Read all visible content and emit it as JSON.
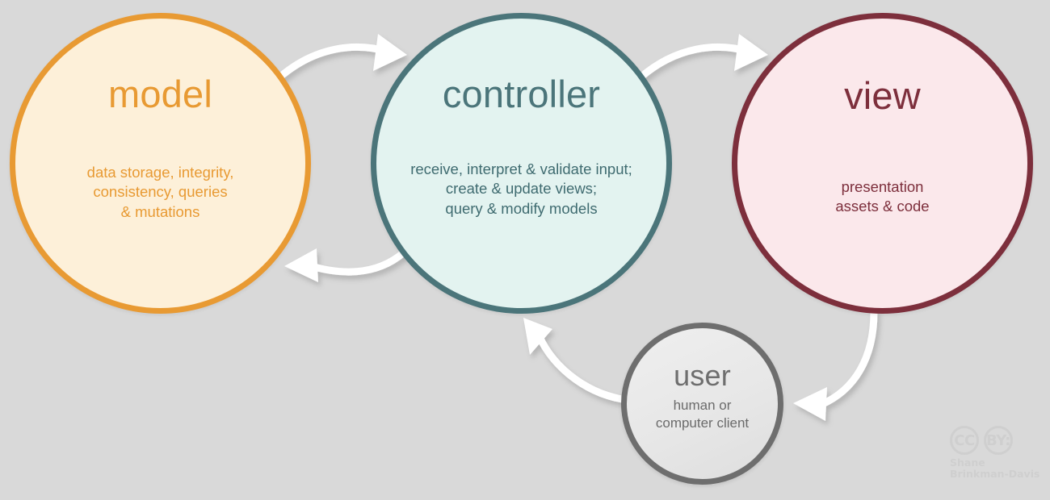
{
  "diagram": {
    "background_color": "#d9d9d9",
    "nodes": [
      {
        "id": "model",
        "title": "model",
        "description": "data storage, integrity,\nconsistency, queries\n& mutations",
        "border_color": "#e89a33",
        "fill_color": "#fdf0d9",
        "text_color": "#e89a33"
      },
      {
        "id": "controller",
        "title": "controller",
        "description": "receive, interpret & validate input;\ncreate & update views;\nquery & modify models",
        "border_color": "#4b757a",
        "fill_color": "#e3f3f0",
        "text_color": "#3f6b70"
      },
      {
        "id": "view",
        "title": "view",
        "description": "presentation\nassets & code",
        "border_color": "#7d2f3c",
        "fill_color": "#fbe8eb",
        "text_color": "#7d2f3c"
      },
      {
        "id": "user",
        "title": "user",
        "description": "human or\ncomputer client",
        "border_color": "#6e6e6e",
        "fill_color": "#e9e9e9",
        "text_color": "#6b6b6b"
      }
    ],
    "arrows": [
      {
        "id": "model-to-controller",
        "from": "model",
        "to": "controller",
        "color": "#ffffff"
      },
      {
        "id": "controller-to-model",
        "from": "controller",
        "to": "model",
        "color": "#ffffff"
      },
      {
        "id": "controller-to-view",
        "from": "controller",
        "to": "view",
        "color": "#ffffff"
      },
      {
        "id": "view-to-user",
        "from": "view",
        "to": "user",
        "color": "#ffffff"
      },
      {
        "id": "user-to-controller",
        "from": "user",
        "to": "controller",
        "color": "#ffffff"
      }
    ]
  },
  "attribution": {
    "cc_label": "CC",
    "by_label": "BY:",
    "author": "Shane\nBrinkman-Davis",
    "color": "#cfcfcf"
  }
}
